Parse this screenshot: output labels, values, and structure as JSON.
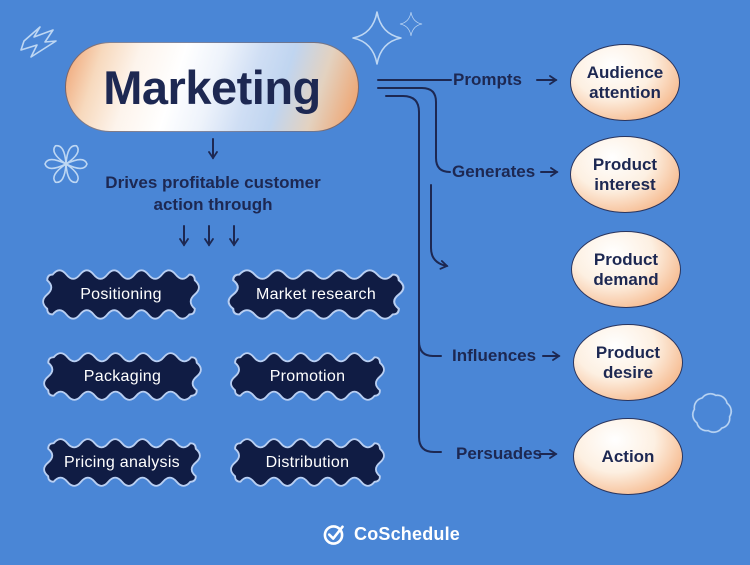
{
  "colors": {
    "background": "#4a86d6",
    "navy_text": "#1d2852",
    "badge_fill": "#101c44",
    "badge_stroke": "#b9cff2",
    "pill_gradient": [
      "#efa06f",
      "#ffffff",
      "#c0d5f0",
      "#efa673"
    ],
    "ellipse_gradient": [
      "#ffffff",
      "#fdf0e2",
      "#ee9e6d"
    ],
    "decoration_stroke": "#cfe3f8",
    "white": "#ffffff"
  },
  "title": "Marketing",
  "subtitle": "Drives profitable customer action through",
  "badges": [
    {
      "label": "Positioning"
    },
    {
      "label": "Market research"
    },
    {
      "label": "Packaging"
    },
    {
      "label": "Promotion"
    },
    {
      "label": "Pricing analysis"
    },
    {
      "label": "Distribution"
    }
  ],
  "branches": [
    {
      "verb": "Prompts",
      "target": "Audience attention"
    },
    {
      "verb": "Generates",
      "target": "Product interest"
    },
    {
      "verb": "Influences",
      "target": "Product desire"
    },
    {
      "verb": "Persuades",
      "target": "Action"
    }
  ],
  "secondary_target": "Product demand",
  "brand": "CoSchedule",
  "decorative_icons": [
    "squiggle-icon",
    "sparkle-large-icon",
    "sparkle-small-icon",
    "flower-icon",
    "scalloped-blob-icon",
    "logo-check-icon",
    "down-arrow-icon",
    "right-arrow-icon"
  ]
}
